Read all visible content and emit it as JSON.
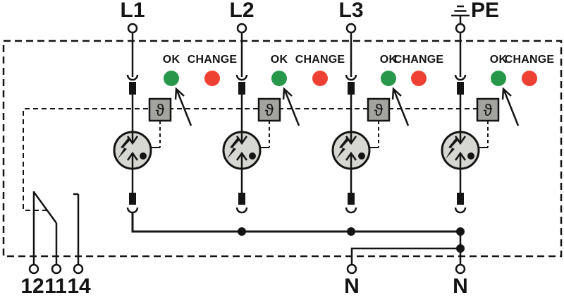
{
  "terminals": {
    "top": [
      "L1",
      "L2",
      "L3",
      "PE"
    ],
    "signal": [
      "12",
      "11",
      "14"
    ],
    "neutral": [
      "N",
      "N"
    ]
  },
  "channels": [
    {
      "line": "L1",
      "ok_label": "OK",
      "change_label": "CHANGE",
      "thermal_symbol": "ϑ"
    },
    {
      "line": "L2",
      "ok_label": "OK",
      "change_label": "CHANGE",
      "thermal_symbol": "ϑ"
    },
    {
      "line": "L3",
      "ok_label": "OK",
      "change_label": "CHANGE",
      "thermal_symbol": "ϑ"
    },
    {
      "line": "PE",
      "ok_label": "OK",
      "change_label": "CHANGE",
      "thermal_symbol": "ϑ"
    }
  ],
  "colors": {
    "ok_led": "#27984a",
    "change_led": "#ef4133",
    "spd_body": "#d6d6d2",
    "thermal_box": "#a3a3a0",
    "line": "#141414"
  }
}
